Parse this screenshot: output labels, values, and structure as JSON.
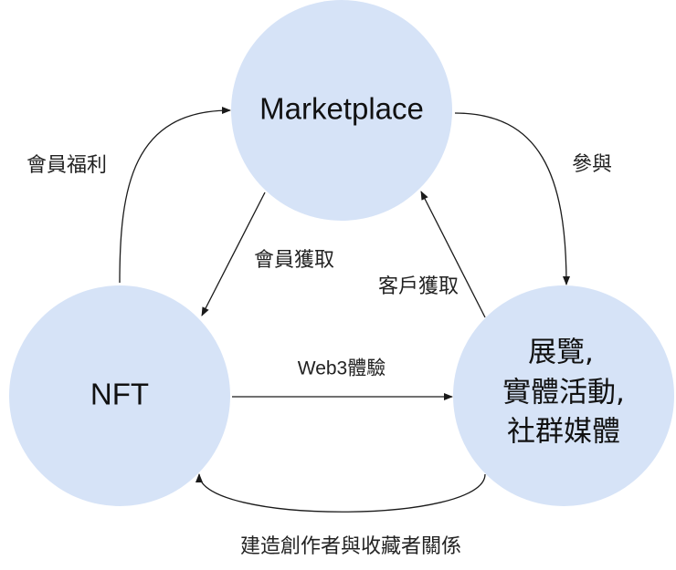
{
  "nodes": {
    "marketplace": {
      "label": "Marketplace"
    },
    "nft": {
      "label": "NFT"
    },
    "experience": {
      "lines": [
        "展覽,",
        "實體活動,",
        "社群媒體"
      ]
    }
  },
  "edges": {
    "nft_to_marketplace": {
      "label": "會員福利"
    },
    "marketplace_to_experience": {
      "label": "參與"
    },
    "marketplace_to_nft": {
      "label": "會員獲取"
    },
    "experience_to_marketplace": {
      "label": "客戶獲取"
    },
    "nft_to_experience": {
      "label": "Web3體驗"
    },
    "experience_to_nft": {
      "label": "建造創作者與收藏者關係"
    }
  },
  "colors": {
    "node_fill": "#d6e3f7",
    "edge_stroke": "#1a1a1a",
    "text": "#111111"
  }
}
